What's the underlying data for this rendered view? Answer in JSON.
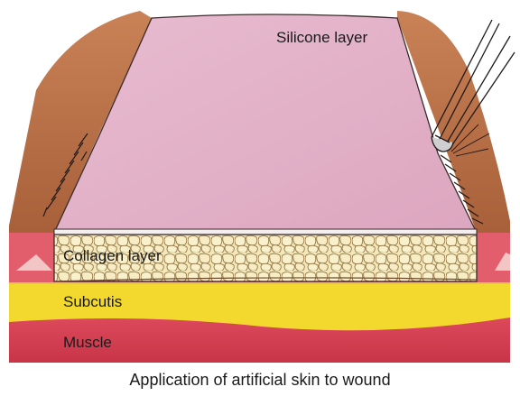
{
  "labels": {
    "silicone": "Silicone layer",
    "collagen": "Collagen layer",
    "subcutis": "Subcutis",
    "muscle": "Muscle"
  },
  "caption": "Application of artificial skin to wound",
  "colors": {
    "skin": "#b06a3e",
    "silicone": "#e3b0c6",
    "collagen_fill": "#f4e6b2",
    "subcutis": "#f3d92e",
    "muscle": "#d63e55",
    "dermis": "#e05a6a"
  }
}
